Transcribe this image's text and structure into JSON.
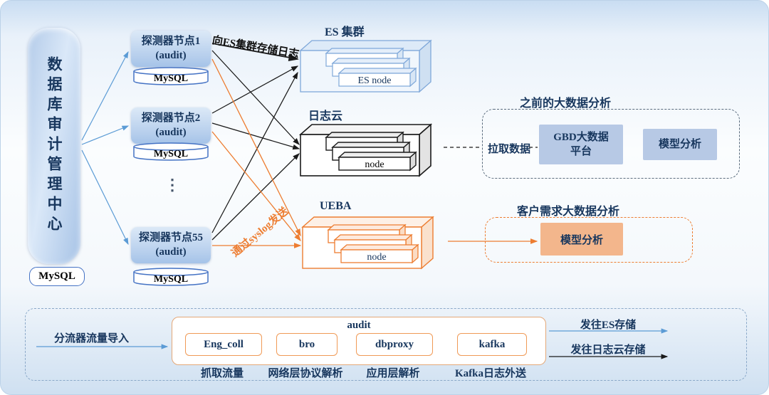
{
  "colors": {
    "blue": "#4472c4",
    "arrow-blue": "#5b9bd5",
    "orange": "#ed7d31",
    "navy": "#17365d",
    "panel-blue-fill": "#b7c9e5",
    "panel-orange-fill": "#f3b68c"
  },
  "center": {
    "title": "数据库审计管理中心",
    "db": "MySQL"
  },
  "detectors": {
    "node1": {
      "name": "探测器节点1",
      "sub": "(audit)",
      "db": "MySQL"
    },
    "node2": {
      "name": "探测器节点2",
      "sub": "(audit)",
      "db": "MySQL"
    },
    "ellipsis": "⋮",
    "node55": {
      "name": "探测器节点55",
      "sub": "(audit)",
      "db": "MySQL"
    }
  },
  "clusters": {
    "es": {
      "title": "ES 集群",
      "node": "ES node"
    },
    "log": {
      "title": "日志云",
      "node": "node"
    },
    "ueba": {
      "title": "UEBA",
      "node": "node"
    }
  },
  "flow_labels": {
    "to_es": "向ES集群存储日志",
    "syslog": "通过syslog发送"
  },
  "prev_analysis": {
    "title": "之前的大数据分析",
    "pull": "拉取数据",
    "platform_line1": "GBD大数据",
    "platform_line2": "平台",
    "model": "模型分析"
  },
  "customer_analysis": {
    "title": "客户需求大数据分析",
    "model": "模型分析"
  },
  "bottom": {
    "inflow": "分流器流量导入",
    "audit": "audit",
    "modules": [
      {
        "name": "Eng_coll",
        "desc": "抓取流量"
      },
      {
        "name": "bro",
        "desc": "网络层协议解析"
      },
      {
        "name": "dbproxy",
        "desc": "应用层解析"
      },
      {
        "name": "kafka",
        "desc": "Kafka日志外送"
      }
    ],
    "out_es": "发往ES存储",
    "out_log": "发往日志云存储"
  }
}
